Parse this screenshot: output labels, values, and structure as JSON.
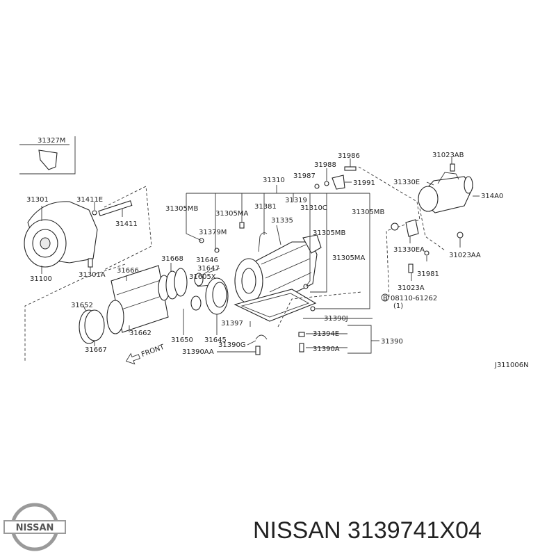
{
  "caption": "NISSAN 3139741X04",
  "logo_text": "NISSAN",
  "diagram_code": "J311006N",
  "front_label": "FRONT",
  "bolt_spec": "08110-61262",
  "bolt_qty": "(1)",
  "bolt_symbol": "B",
  "parts": [
    "31327M",
    "31301",
    "31411E",
    "31411",
    "31100",
    "31301A",
    "31666",
    "31668",
    "31646",
    "31647",
    "31605X",
    "31652",
    "31662",
    "31667",
    "31650",
    "31645",
    "31310",
    "31305MB",
    "31305MA",
    "31381",
    "31319",
    "31310C",
    "31379M",
    "31335",
    "31397",
    "31390G",
    "31390AA",
    "31390J",
    "31394E",
    "31390A",
    "31390",
    "31986",
    "31988",
    "31987",
    "31991",
    "31023AB",
    "31330E",
    "314A0",
    "31330EA",
    "31023AA",
    "31981",
    "31023A"
  ],
  "colors": {
    "ink": "#222222",
    "background": "#ffffff",
    "logo_grey": "#9a9a9a"
  }
}
